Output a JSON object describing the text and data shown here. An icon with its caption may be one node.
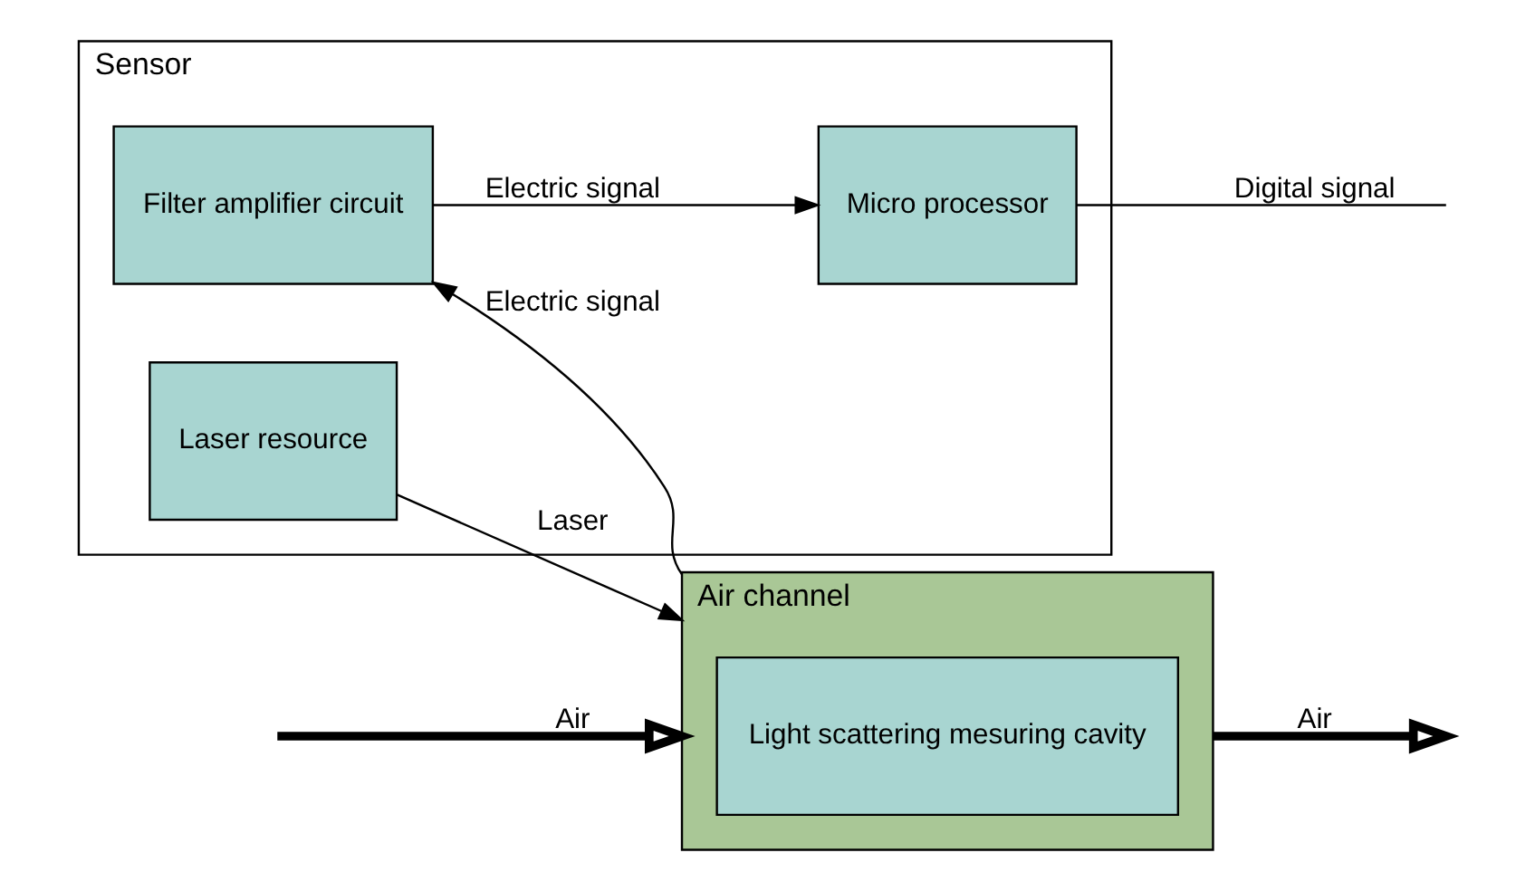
{
  "diagram": {
    "nodes": [
      {
        "text": [
          "Sensor"
        ]
      },
      {
        "text": [
          "Laser resource"
        ],
        "in": 0
      },
      {
        "text": [
          "Air channel"
        ]
      },
      {
        "text": [
          "Light scattering mesuring cavity"
        ],
        "in": 2
      },
      {
        "text": [
          "Filter amplifier circuit"
        ],
        "in": 0
      },
      {
        "text": [
          "Micro processor"
        ],
        "in": 0
      }
    ],
    "edges": [
      {
        "from": null,
        "to": 2,
        "arrow": "to",
        "label": "Air",
        "style": "thick"
      },
      {
        "from": 1,
        "to": 2,
        "arrow": "to",
        "label": "Laser"
      },
      {
        "from": 2,
        "to": 4,
        "arrow": "to",
        "label": "Electric signal"
      },
      {
        "from": 4,
        "to": 5,
        "arrow": "to",
        "label": "Electric signal"
      },
      {
        "from": 5,
        "to": null,
        "arrow": "none",
        "label": "Digital signal"
      },
      {
        "from": 2,
        "to": null,
        "arrow": "to",
        "label": "Air",
        "style": "thick"
      }
    ]
  }
}
